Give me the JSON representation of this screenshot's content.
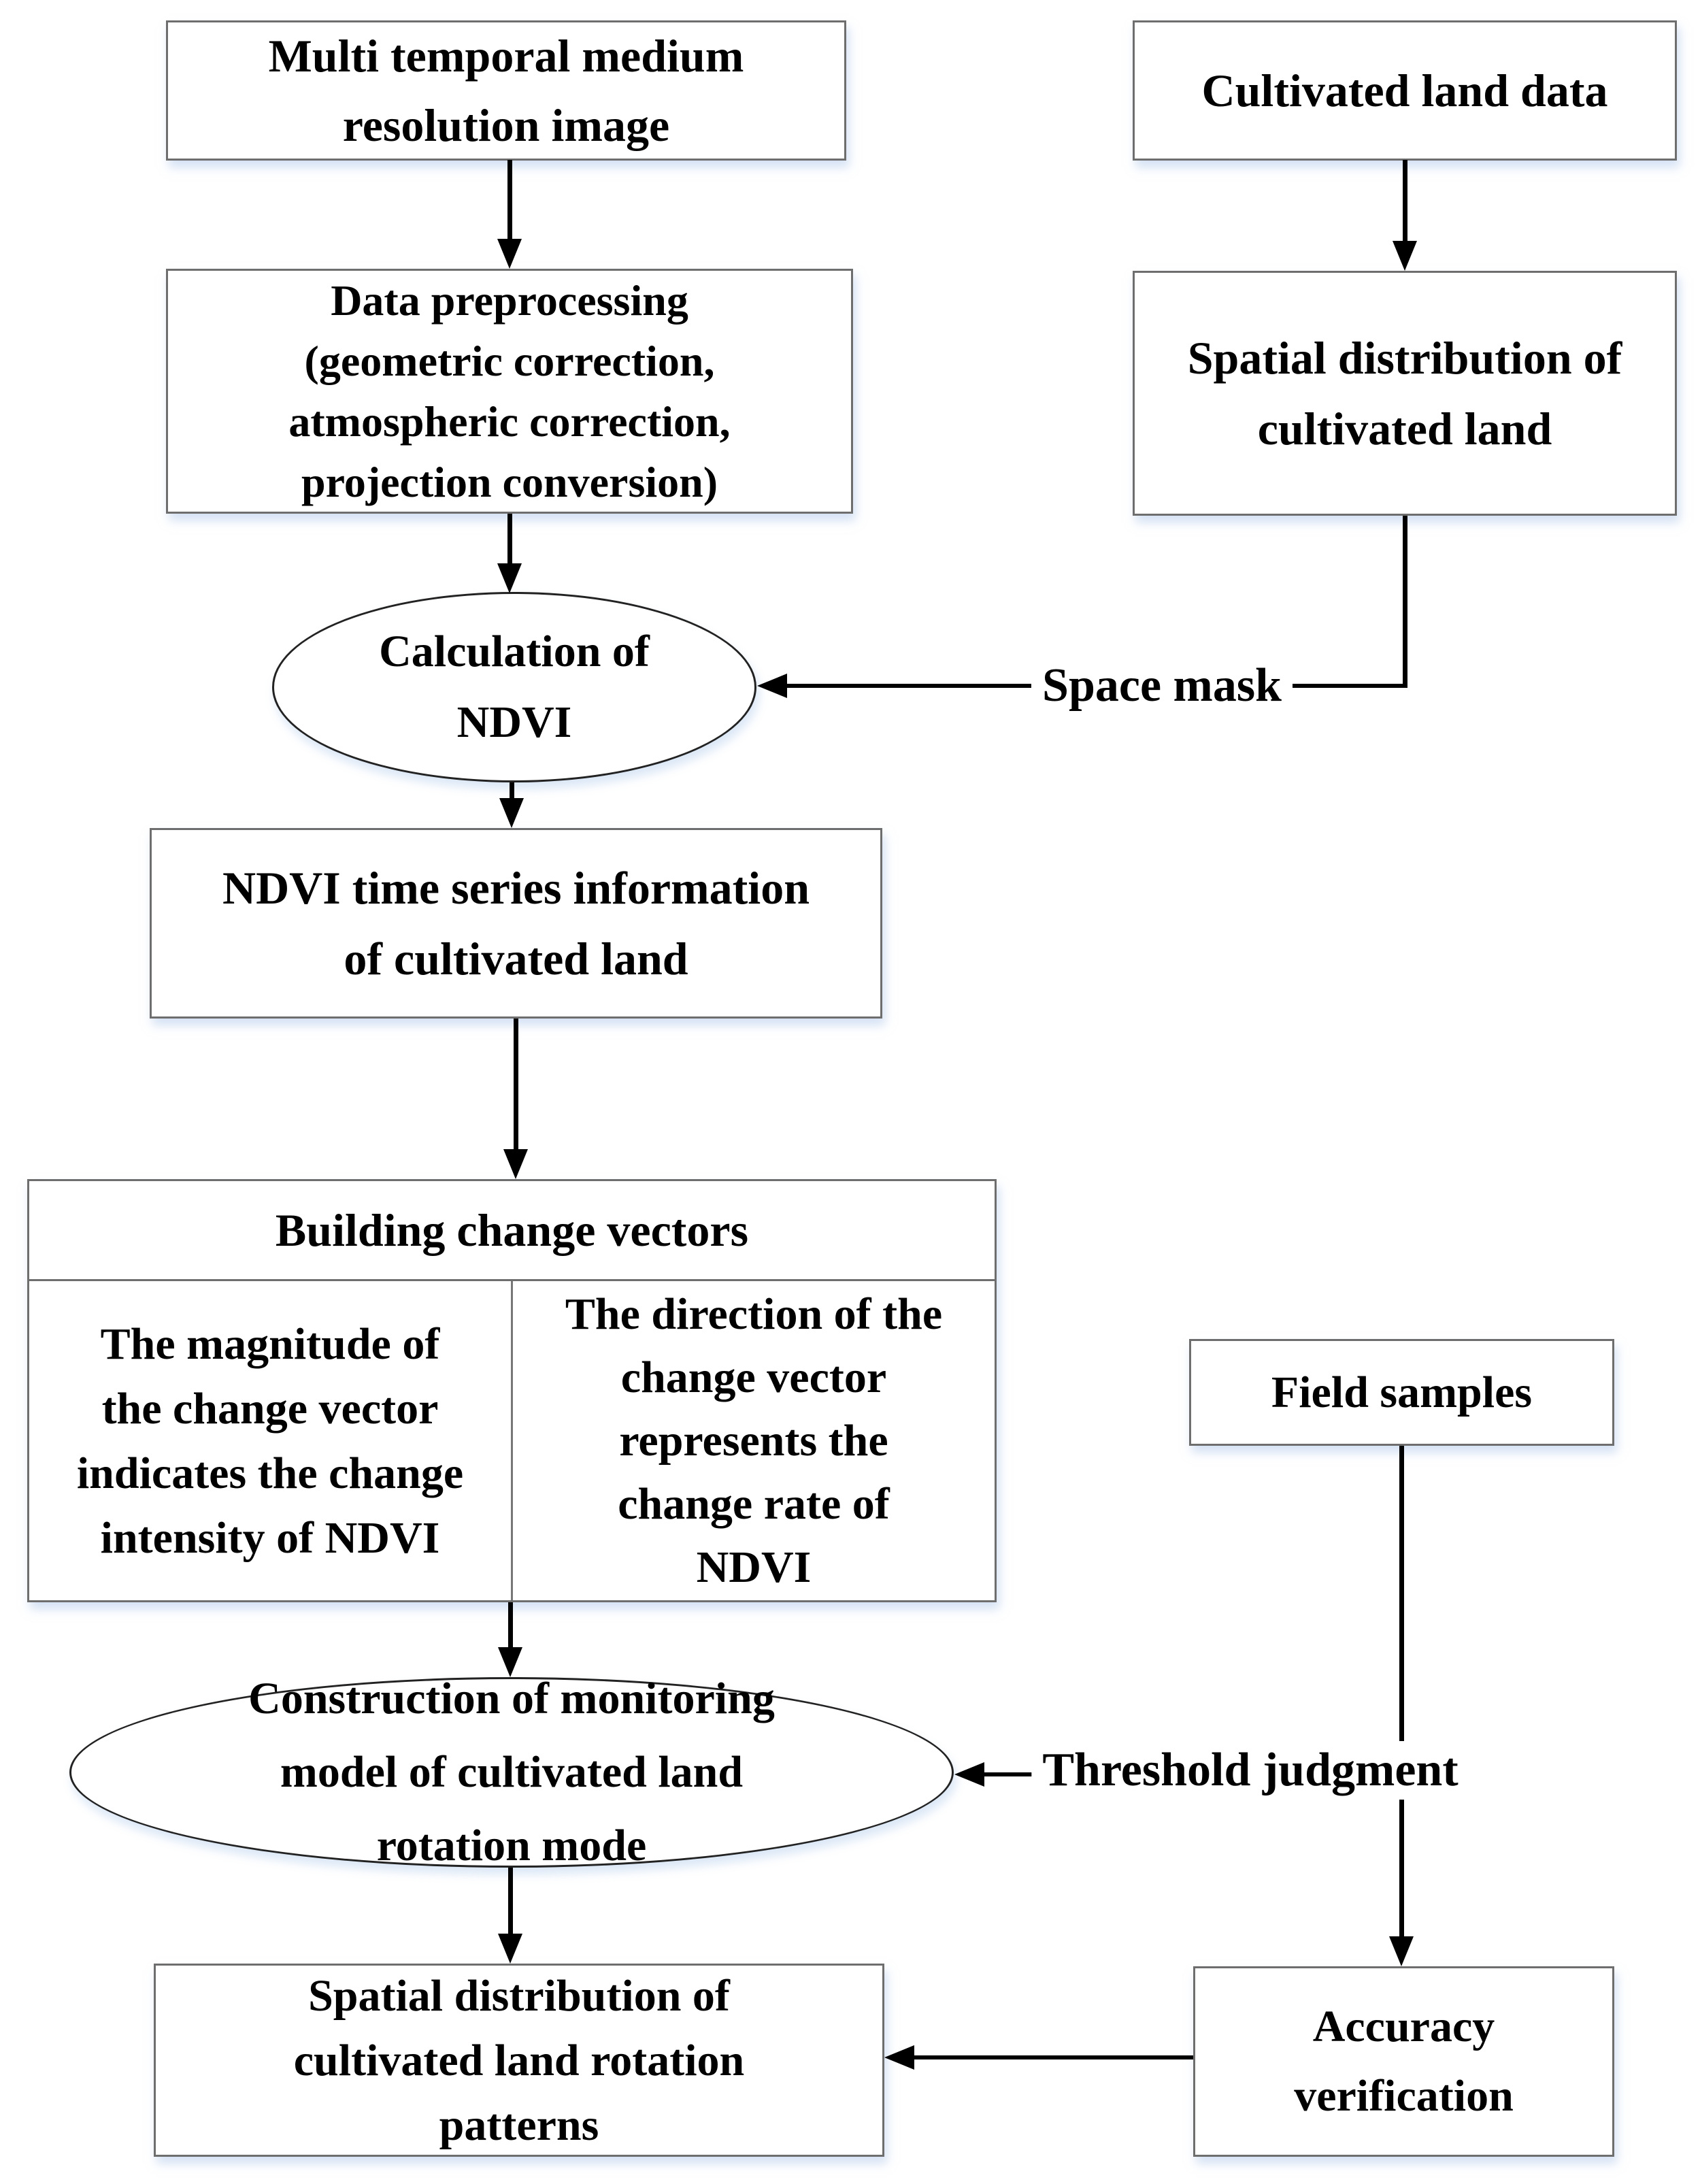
{
  "nodes": {
    "multi_temporal_image": {
      "lines": [
        "Multi temporal medium",
        "resolution image"
      ]
    },
    "cultivated_land_data": {
      "lines": [
        "Cultivated land data"
      ]
    },
    "data_preprocessing": {
      "lines": [
        "Data preprocessing",
        "(geometric correction,",
        "atmospheric correction,",
        "projection conversion)"
      ]
    },
    "spatial_distribution_cultivated_land": {
      "lines": [
        "Spatial distribution of",
        "cultivated land"
      ]
    },
    "calculation_of_ndvi": {
      "lines": [
        "Calculation of",
        "NDVI"
      ]
    },
    "ndvi_time_series": {
      "lines": [
        "NDVI time series information",
        "of cultivated land"
      ]
    },
    "building_change_vectors": {
      "header": "Building change vectors",
      "left_cell_lines": [
        "The magnitude of",
        "the change vector",
        "indicates the change",
        "intensity of NDVI"
      ],
      "right_cell_lines": [
        "The direction of the",
        "change vector",
        "represents the",
        "change rate of",
        "NDVI"
      ]
    },
    "field_samples": {
      "lines": [
        "Field samples"
      ]
    },
    "construction_monitoring_model": {
      "lines": [
        "Construction of monitoring",
        "model of cultivated land",
        "rotation mode"
      ]
    },
    "spatial_distribution_rotation_patterns": {
      "lines": [
        "Spatial distribution of",
        "cultivated land rotation",
        "patterns"
      ]
    },
    "accuracy_verification": {
      "lines": [
        "Accuracy",
        "verification"
      ]
    }
  },
  "edge_labels": {
    "space_mask": "Space mask",
    "threshold_judgment": "Threshold judgment"
  },
  "colors": {
    "background": "#ffffff",
    "box_border": "#6e6e6e",
    "ellipse_border": "#222222",
    "divider": "#777777",
    "arrow": "#000000",
    "text": "#000000",
    "shadow_tint": "rgba(176,201,235,0.55)"
  }
}
